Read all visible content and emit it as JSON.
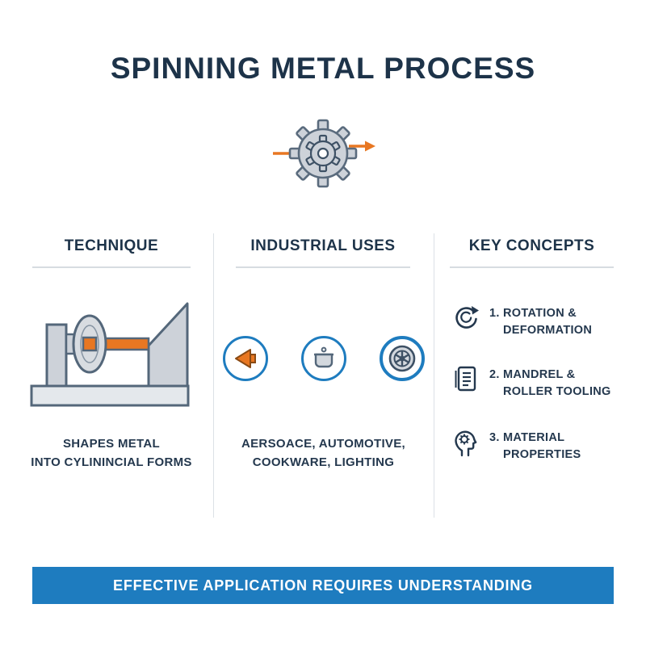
{
  "header": {
    "title": "SPINNING METAL PROCESS",
    "hero_icon": "gear-icon"
  },
  "columns": {
    "technique": {
      "heading": "TECHNIQUE",
      "illustration": "metal-spinning-lathe",
      "caption_line1": "SHAPES METAL",
      "caption_line2": "INTO CYLININCIAL FORMS"
    },
    "industrial_uses": {
      "heading": "INDUSTRIAL USES",
      "icons": [
        "cone-lamp-icon",
        "cookware-pot-icon",
        "wheel-icon"
      ],
      "caption_line1": "AERSOACE, AUTOMOTIVE,",
      "caption_line2": "COOKWARE, LIGHTING"
    },
    "key_concepts": {
      "heading": "KEY CONCEPTS",
      "items": [
        {
          "icon": "rotation-arrow-icon",
          "line1": "1. ROTATION &",
          "line2": "DEFORMATION"
        },
        {
          "icon": "document-icon",
          "line1": "2. MANDREL &",
          "line2": "ROLLER TOOLING"
        },
        {
          "icon": "head-gear-icon",
          "line1": "3. MATERIAL",
          "line2": "PROPERTIES"
        }
      ]
    }
  },
  "footer": {
    "banner_text": "EFFECTIVE APPLICATION REQUIRES UNDERSTANDING"
  },
  "colors": {
    "navy": "#1d3349",
    "orange": "#e87722",
    "blue": "#1e7cbf",
    "steel_gray": "#cdd2d9",
    "outline": "#54677a"
  }
}
